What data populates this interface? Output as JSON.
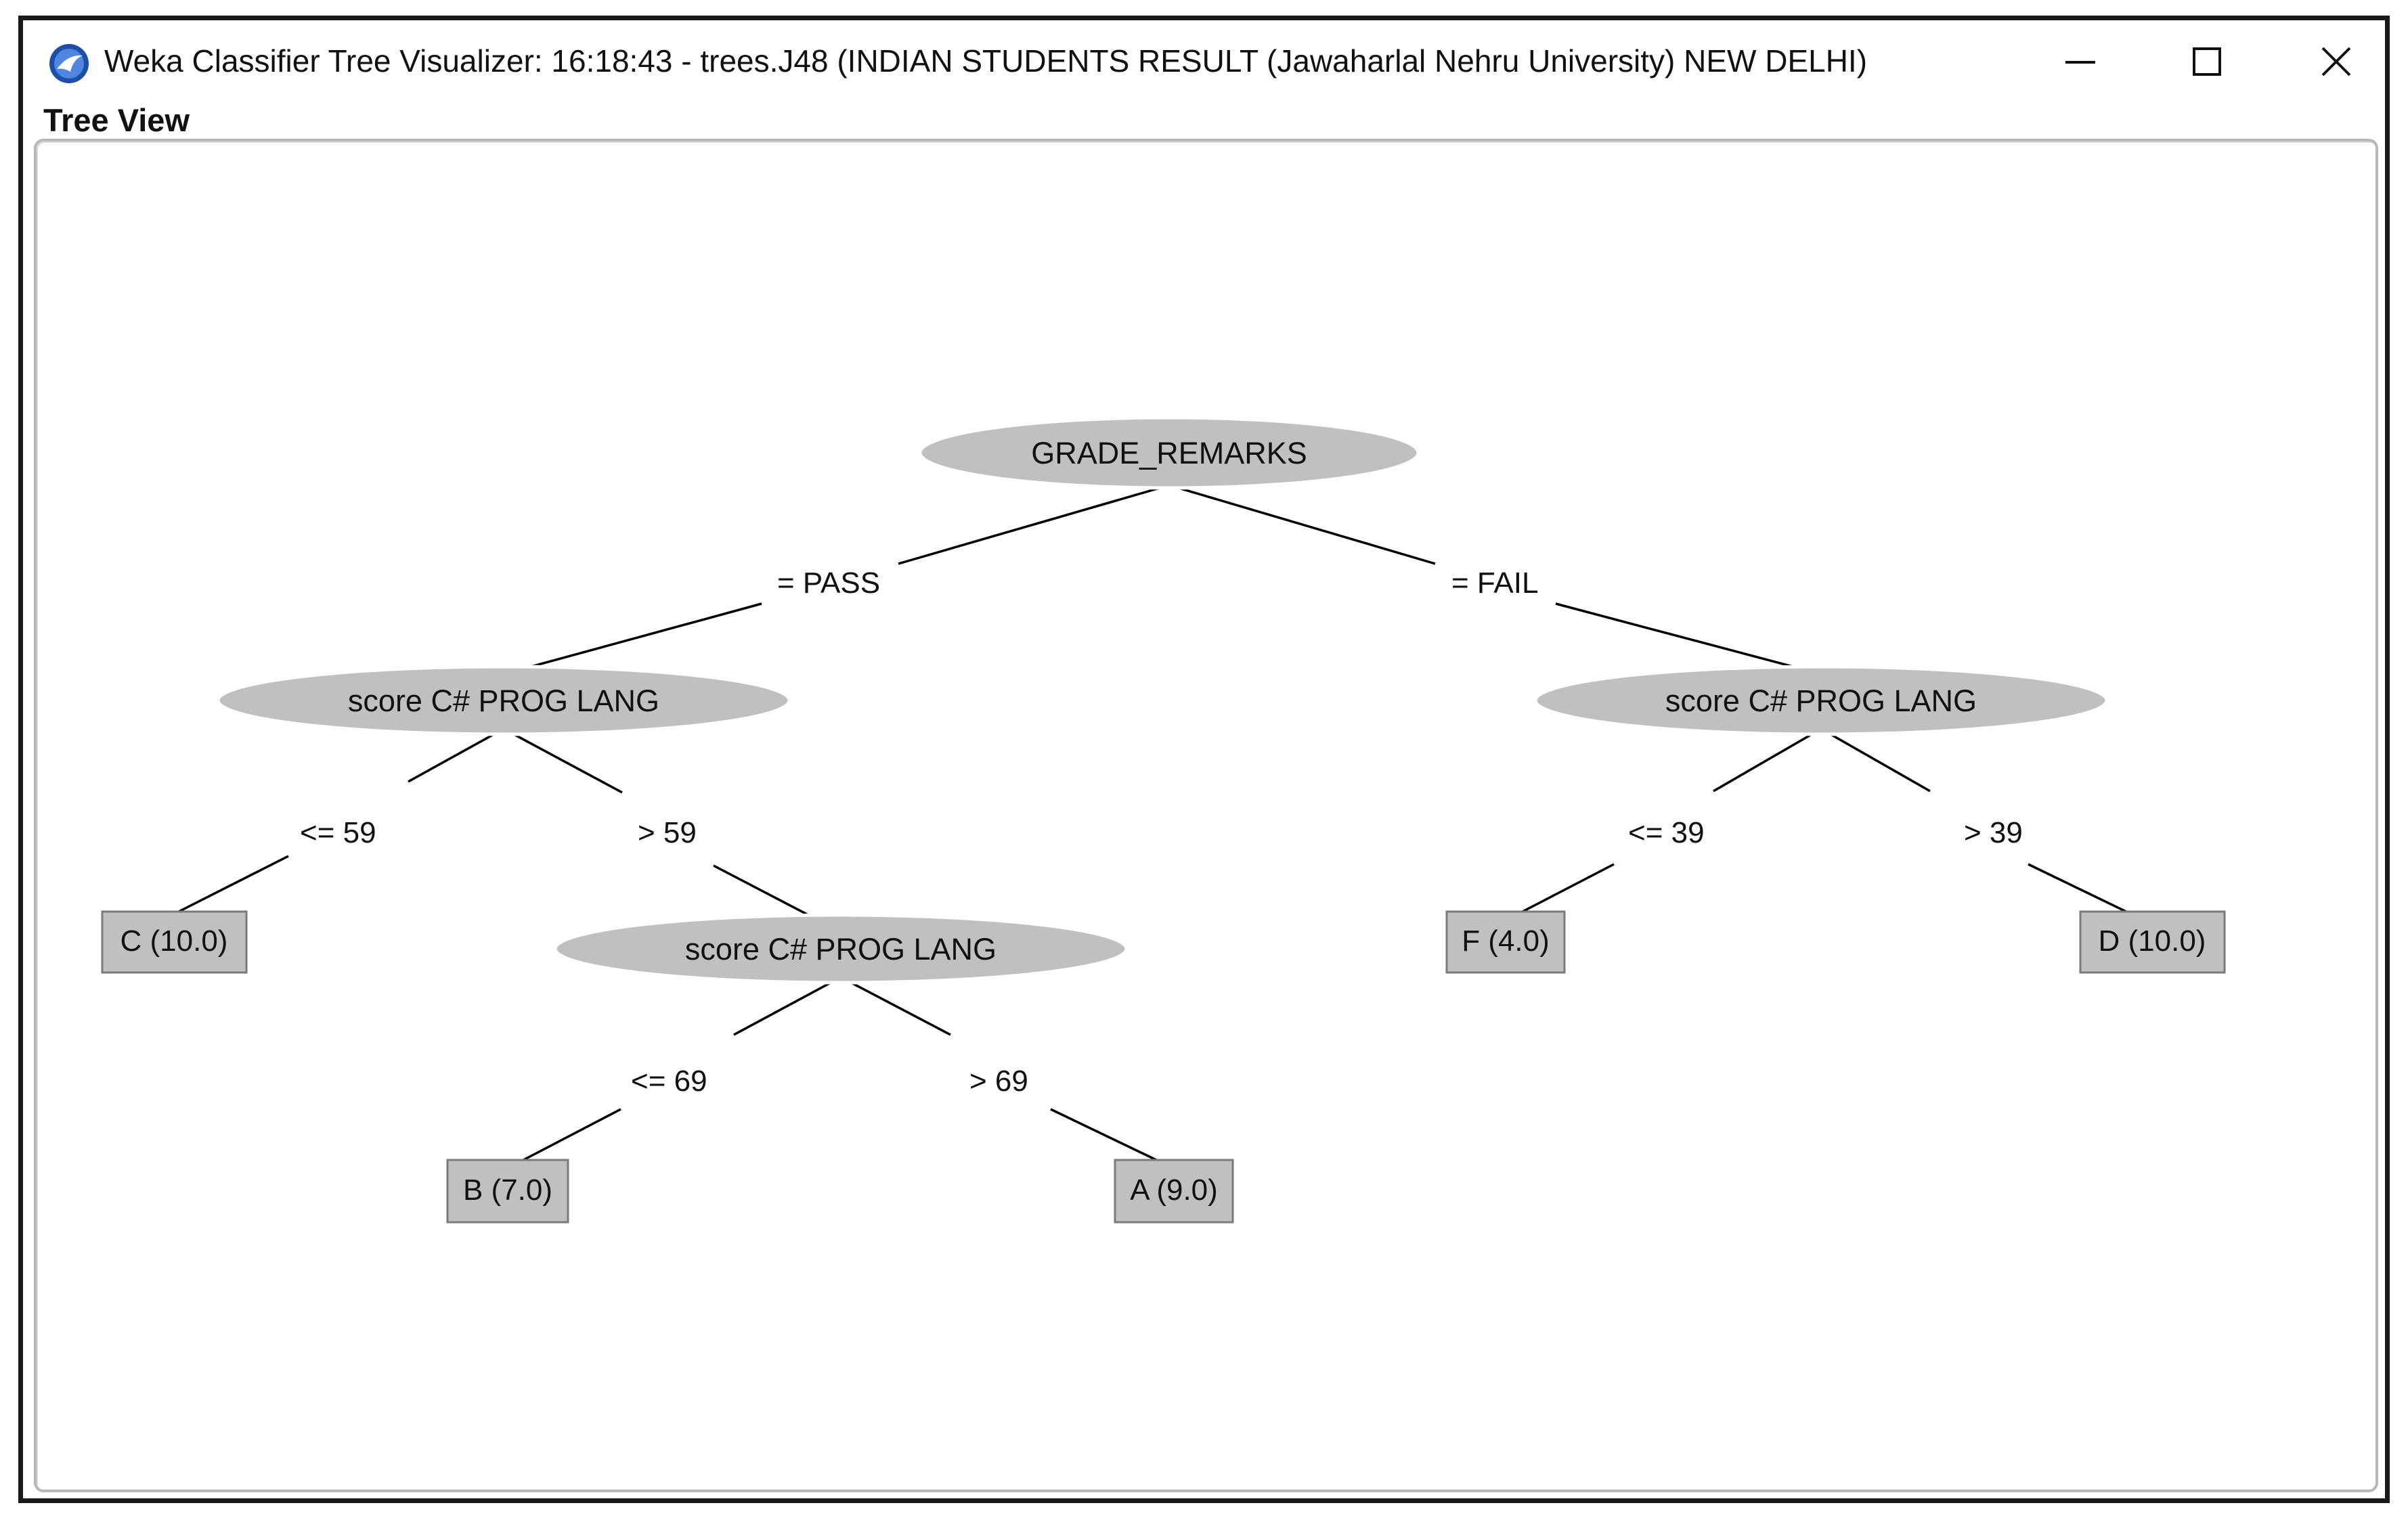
{
  "window": {
    "title": "Weka Classifier Tree Visualizer: 16:18:43 - trees.J48 (INDIAN STUDENTS RESULT (Jawaharlal Nehru University) NEW DELHI)",
    "app_icon": "weka-bird-icon",
    "controls": [
      "minimize-icon",
      "maximize-icon",
      "close-icon"
    ]
  },
  "menu": {
    "label": "Tree View"
  },
  "tree": {
    "root": {
      "label": "GRADE_REMARKS"
    },
    "edges": {
      "pass": "= PASS",
      "fail": "= FAIL",
      "le59": "<= 59",
      "gt59": "> 59",
      "le69": "<= 69",
      "gt69": "> 69",
      "le39": "<= 39",
      "gt39": "> 39"
    },
    "nodes": {
      "pass_split": "score C# PROG LANG",
      "fail_split": "score C# PROG LANG",
      "gt59_split": "score C# PROG LANG"
    },
    "leaves": {
      "c": "C (10.0)",
      "b": "B (7.0)",
      "a": "A (9.0)",
      "f": "F (4.0)",
      "d": "D (10.0)"
    }
  },
  "colors": {
    "node_fill": "#c0c0c0",
    "leaf_fill": "#c0c0c0",
    "edge": "#000000",
    "window_border": "#1a1a1a"
  }
}
